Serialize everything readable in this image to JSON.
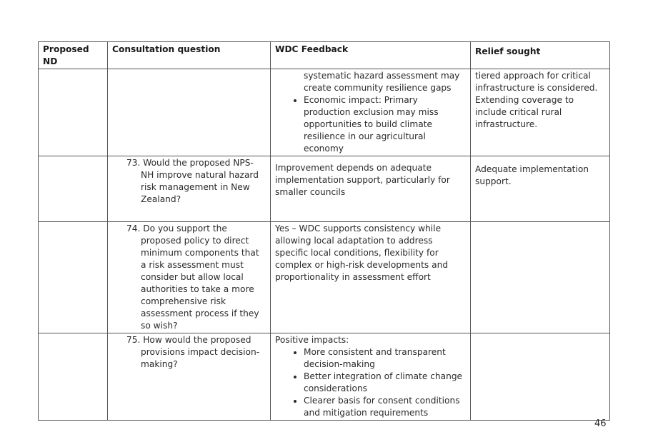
{
  "headers": [
    "Proposed ND",
    "Consultation question",
    "WDC Feedback",
    "Relief sought"
  ],
  "rows": [
    {
      "nd": "",
      "question": "",
      "feedback_cont": "systematic hazard assessment may create community resilience gaps",
      "feedback_bullets": [
        "Economic impact: Primary production exclusion may miss opportunities to build climate resilience in our agricultural economy"
      ],
      "relief": "tiered approach for critical infrastructure is considered. Extending coverage to include critical rural infrastructure."
    },
    {
      "nd": "",
      "question": "73. Would the proposed NPS-NH improve natural hazard risk management in New Zealand?",
      "feedback": "Improvement depends on adequate implementation support, particularly for smaller councils",
      "relief": "Adequate implementation support."
    },
    {
      "nd": "",
      "question": "74. Do you support the proposed policy to direct minimum components that a risk assessment must consider but allow local authorities to take a more comprehensive risk assessment process if they so wish?",
      "feedback": "Yes – WDC supports consistency while allowing local adaptation to address specific local conditions, flexibility for complex or high-risk developments and proportionality in assessment effort",
      "relief": ""
    },
    {
      "nd": "",
      "question": "75. How would the proposed provisions impact decision-making?",
      "feedback": "Positive impacts:",
      "feedback_bullets": [
        "More consistent and transparent decision-making",
        "Better integration of climate change considerations",
        "Clearer basis for consent conditions and mitigation requirements"
      ],
      "relief": ""
    }
  ],
  "page_number": "46"
}
